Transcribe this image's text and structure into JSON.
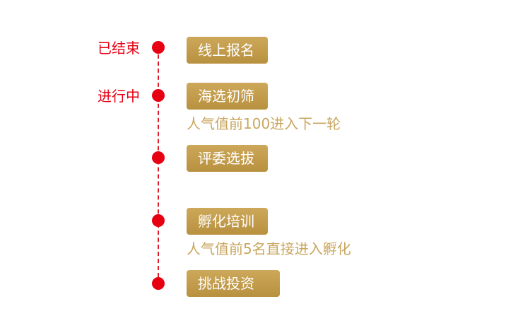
{
  "status_labels": {
    "ended": "已结束",
    "in_progress": "进行中"
  },
  "stages": [
    {
      "label": "线上报名"
    },
    {
      "label": "海选初筛",
      "note": "人气值前100进入下一轮"
    },
    {
      "label": "评委选拔"
    },
    {
      "label": "孵化培训",
      "note": "人气值前5名直接进入孵化"
    },
    {
      "label": "挑战投资"
    }
  ],
  "colors": {
    "accent_red": "#e60012",
    "gold": "#c9a65e",
    "button_text": "#ffffff"
  }
}
